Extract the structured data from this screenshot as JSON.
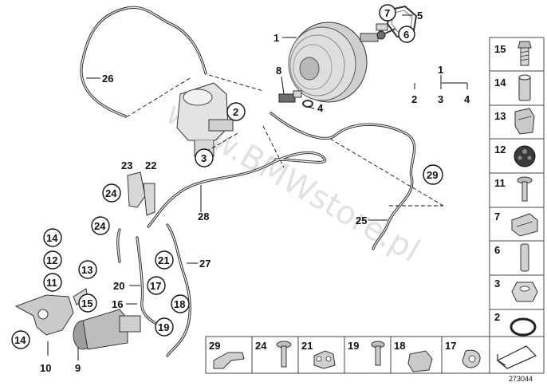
{
  "diagram": {
    "watermark": "www.BMWstore.pl",
    "image_number": "273044",
    "tree": {
      "root": "1",
      "children": [
        "2",
        "3",
        "4"
      ]
    },
    "callouts": {
      "c1": "1",
      "c2": "2",
      "c3": "3",
      "c4": "4",
      "c5": "5",
      "c6": "6",
      "c7": "7",
      "c8": "8",
      "c9": "9",
      "c10": "10",
      "c11": "11",
      "c12": "12",
      "c13": "13",
      "c14a": "14",
      "c14b": "14",
      "c15": "15",
      "c16": "16",
      "c17": "17",
      "c18": "18",
      "c19": "19",
      "c20": "20",
      "c21": "21",
      "c22": "22",
      "c23": "23",
      "c24a": "24",
      "c24b": "24",
      "c25": "25",
      "c26": "26",
      "c27": "27",
      "c28": "28",
      "c29": "29"
    },
    "side_legend": [
      "15",
      "14",
      "13",
      "12",
      "11",
      "7",
      "6",
      "3",
      "2"
    ],
    "bottom_legend": [
      "29",
      "24",
      "21",
      "19",
      "18",
      "17"
    ]
  }
}
